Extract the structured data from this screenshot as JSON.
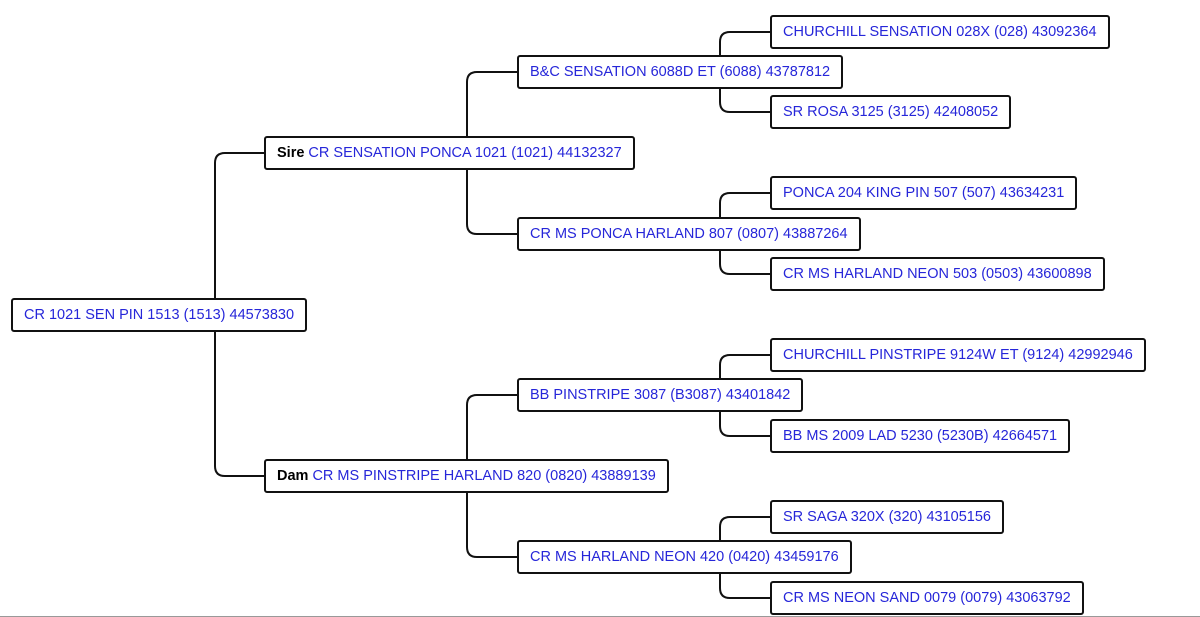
{
  "colors": {
    "link": "#2626d9",
    "line": "#111111",
    "role_label": "#000000"
  },
  "root": {
    "name": "CR 1021 SEN PIN 1513 (1513) 44573830"
  },
  "sire": {
    "role": "Sire",
    "name": "CR SENSATION PONCA 1021 (1021) 44132327"
  },
  "dam": {
    "role": "Dam",
    "name": "CR MS PINSTRIPE HARLAND 820 (0820) 43889139"
  },
  "sire_sire": {
    "name": "B&C SENSATION 6088D ET (6088) 43787812"
  },
  "sire_dam": {
    "name": "CR MS PONCA HARLAND 807 (0807) 43887264"
  },
  "dam_sire": {
    "name": "BB PINSTRIPE 3087 (B3087) 43401842"
  },
  "dam_dam": {
    "name": "CR MS HARLAND NEON 420 (0420) 43459176"
  },
  "sire_sire_sire": {
    "name": "CHURCHILL SENSATION 028X (028) 43092364"
  },
  "sire_sire_dam": {
    "name": "SR ROSA 3125 (3125) 42408052"
  },
  "sire_dam_sire": {
    "name": "PONCA 204 KING PIN 507 (507) 43634231"
  },
  "sire_dam_dam": {
    "name": "CR MS HARLAND NEON 503 (0503) 43600898"
  },
  "dam_sire_sire": {
    "name": "CHURCHILL PINSTRIPE 9124W ET (9124) 42992946"
  },
  "dam_sire_dam": {
    "name": "BB MS 2009 LAD 5230 (5230B) 42664571"
  },
  "dam_dam_sire": {
    "name": "SR SAGA 320X (320) 43105156"
  },
  "dam_dam_dam": {
    "name": "CR MS NEON SAND 0079 (0079) 43063792"
  }
}
